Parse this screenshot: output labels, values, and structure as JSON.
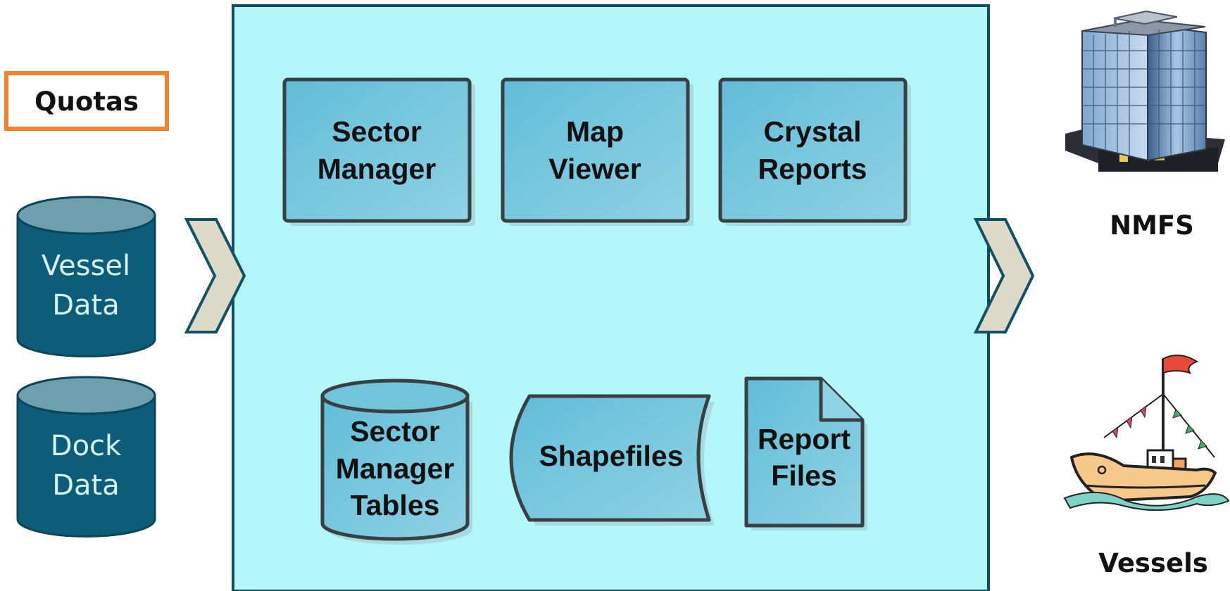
{
  "inputs": {
    "quotas_label": "Quotas",
    "vessel_data": [
      "Vessel",
      "Data"
    ],
    "dock_data": [
      "Dock",
      "Data"
    ]
  },
  "system": {
    "apps": [
      {
        "lines": [
          "Sector",
          "Manager"
        ]
      },
      {
        "lines": [
          "Map",
          "Viewer"
        ]
      },
      {
        "lines": [
          "Crystal",
          "Reports"
        ]
      }
    ],
    "stores": {
      "tables": [
        "Sector",
        "Manager",
        "Tables"
      ],
      "shapefiles": "Shapefiles",
      "report_files": [
        "Report",
        "Files"
      ]
    }
  },
  "outputs": {
    "nmfs_label": "NMFS",
    "vessels_label": "Vessels"
  },
  "colors": {
    "panel_fill": "#b3f7fb",
    "panel_stroke": "#0f4d63",
    "box_fill": "#6dc1da",
    "box_stroke": "#3a3f44",
    "db_fill": "#0d5d7a",
    "db_top": "#6f9fae",
    "db_text": "#d8f6f7",
    "quotas_border": "#f08530",
    "chevron_fill": "#dcd9c8",
    "chevron_stroke": "#135066"
  },
  "icons": [
    "office-building-icon",
    "sailboat-icon"
  ]
}
